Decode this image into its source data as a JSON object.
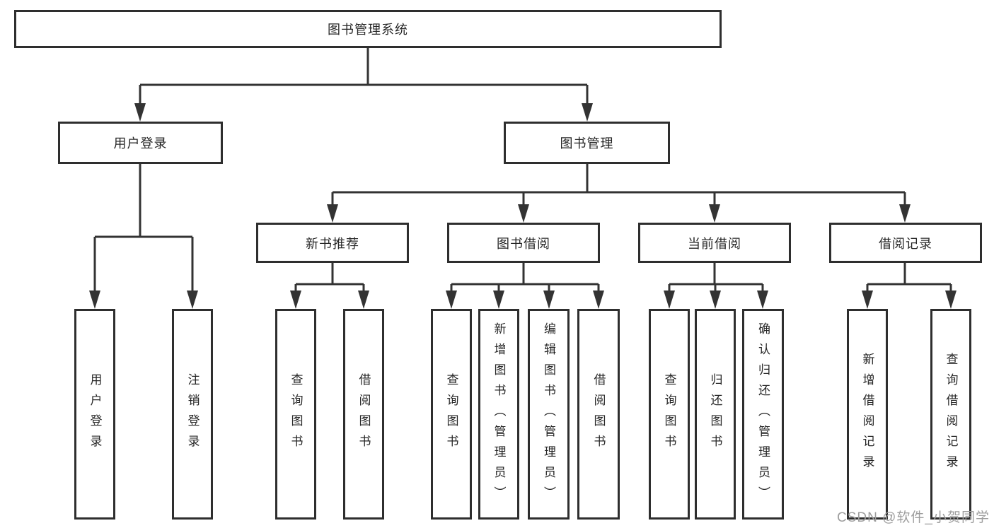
{
  "diagram": {
    "nodes": {
      "root": "图书管理系统",
      "user_login": "用户登录",
      "book_management": "图书管理",
      "new_book_recommend": "新书推荐",
      "book_borrowing": "图书借阅",
      "current_borrowing": "当前借阅",
      "borrowing_records": "借阅记录"
    },
    "leaves": {
      "user_login": [
        "用户登录",
        "注销登录"
      ],
      "new_book_recommend": [
        "查询图书",
        "借阅图书"
      ],
      "book_borrowing": [
        "查询图书",
        "新增图书（管理员）",
        "编辑图书（管理员）",
        "借阅图书"
      ],
      "current_borrowing": [
        "查询图书",
        "归还图书",
        "确认归还（管理员）"
      ],
      "borrowing_records": [
        "新增借阅记录",
        "查询借阅记录"
      ]
    },
    "colors": {
      "line": "#333333",
      "box_border": "#2e2e2e",
      "text": "#262626",
      "background": "#ffffff",
      "watermark": "#9e9e9e"
    }
  },
  "watermark": {
    "text": "CSDN @软件_小贺同学"
  }
}
